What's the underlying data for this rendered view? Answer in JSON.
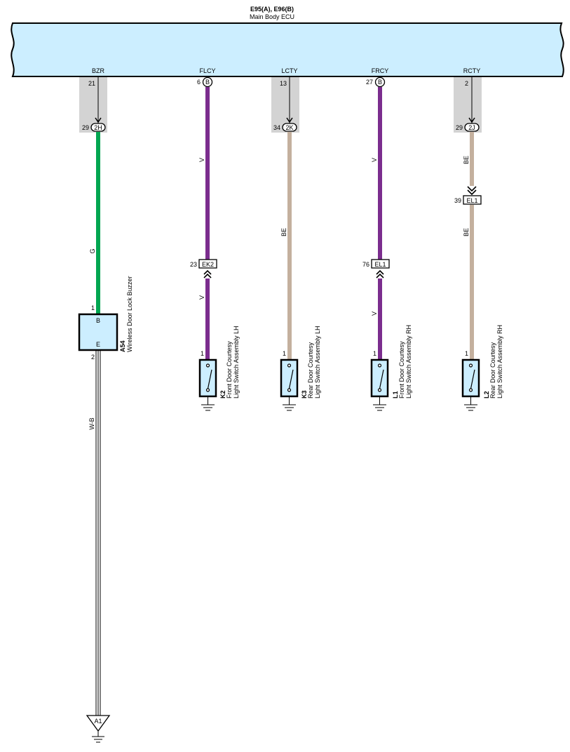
{
  "ecu": {
    "connector_label": "E95(A), E96(B)",
    "name": "Main Body ECU",
    "fill_color": "#cceeff"
  },
  "wire_colors": {
    "green": "#00a651",
    "violet": "#7b2d8e",
    "beige": "#c4b09e",
    "white_black": "#000000"
  },
  "channels": [
    {
      "terminal": "BZR",
      "ecu_pin": "21",
      "junction": "2H",
      "junction_pin": "29",
      "wire_label": "G",
      "device_pin_top": "1",
      "device_pin_bottom": "2",
      "device_top_terminal": "B",
      "device_bottom_terminal": "E",
      "device_id": "A54",
      "device_name": "Wireless  Door Lock Buzzer",
      "ground_wire_label": "W-B",
      "ground_point": "A1"
    },
    {
      "terminal": "FLCY",
      "ecu_pin": "6",
      "ecu_connector": "B",
      "wire_label_upper": "V",
      "inline_connector": "EK2",
      "inline_pin": "23",
      "wire_label_lower": "V",
      "device_pin": "1",
      "device_id": "K2",
      "device_name_line1": "Front Door Courtesy",
      "device_name_line2": "Light Switch Assembly LH"
    },
    {
      "terminal": "LCTY",
      "ecu_pin": "13",
      "junction": "2K",
      "junction_pin": "34",
      "wire_label": "BE",
      "device_pin": "1",
      "device_id": "K3",
      "device_name_line1": "Rear Door Courtesy",
      "device_name_line2": "Light Switch Assembly LH"
    },
    {
      "terminal": "FRCY",
      "ecu_pin": "27",
      "ecu_connector": "B",
      "wire_label_upper": "V",
      "inline_connector": "EL1",
      "inline_pin": "76",
      "wire_label_lower": "V",
      "device_pin": "1",
      "device_id": "L1",
      "device_name_line1": "Front Door Courtesy",
      "device_name_line2": "Light Switch Assembly RH"
    },
    {
      "terminal": "RCTY",
      "ecu_pin": "2",
      "junction": "2J",
      "junction_pin": "29",
      "wire_label_upper": "BE",
      "inline_connector": "EL1",
      "inline_pin": "39",
      "wire_label_lower": "BE",
      "device_pin": "1",
      "device_id": "L2",
      "device_name_line1": "Rear Door Courtesy",
      "device_name_line2": "Light Switch Assembly RH"
    }
  ]
}
